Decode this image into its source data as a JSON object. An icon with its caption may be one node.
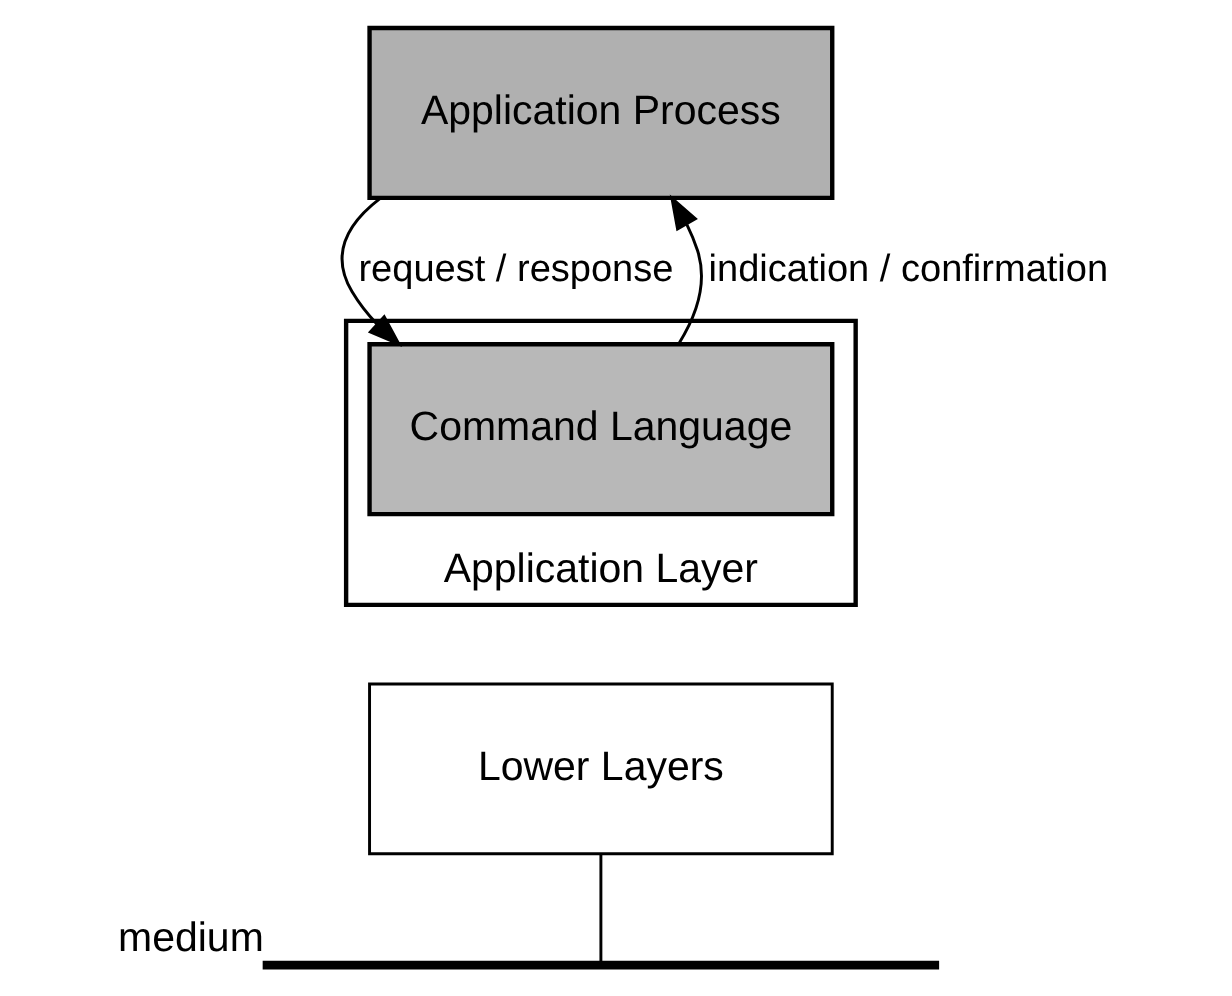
{
  "diagram": {
    "nodes": [
      {
        "text": [
          "Application Process"
        ]
      },
      {
        "text": [
          "Application Layer"
        ]
      },
      {
        "text": [
          "Command Language"
        ],
        "in": 1
      },
      {
        "text": [
          "Lower Layers"
        ]
      },
      {
        "text": [],
        "shape": "bar",
        "beside": [
          "medium"
        ]
      }
    ],
    "edges": [
      {
        "from": 0,
        "to": 2,
        "arrow": "to",
        "label": "request / response"
      },
      {
        "from": 2,
        "to": 0,
        "arrow": "to",
        "label": "indication / confirmation"
      },
      {
        "from": 3,
        "to": 4,
        "arrow": "none"
      }
    ]
  }
}
